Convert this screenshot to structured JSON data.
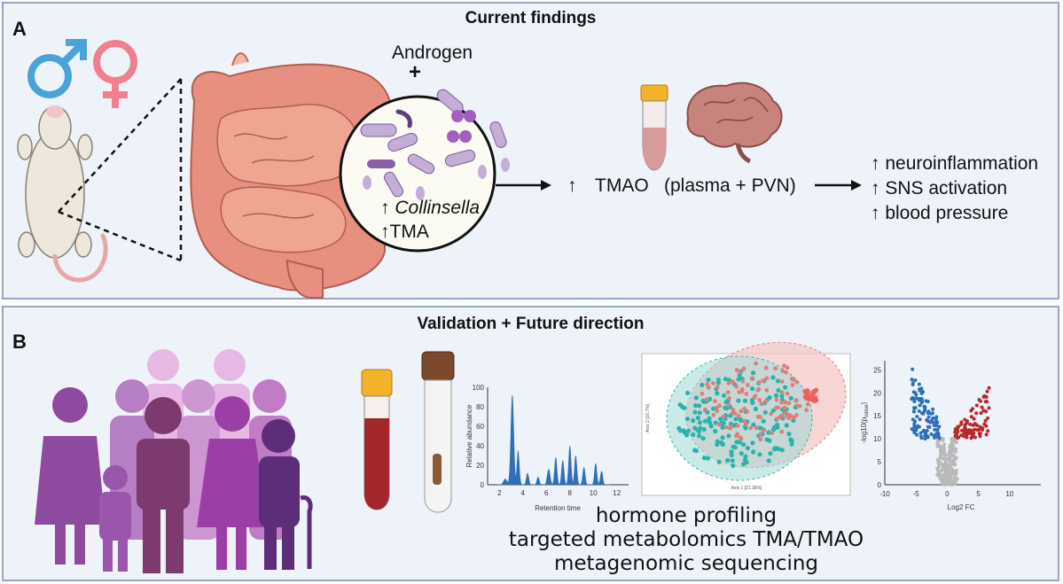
{
  "panel_a": {
    "letter": "A",
    "title": "Current findings",
    "androgen": "Androgen",
    "plus": "+",
    "bacteria_line1_arrow": "↑",
    "bacteria_line1_name": "Collinsella",
    "bacteria_line2": "↑TMA",
    "tmao_arrow": "↑",
    "tmao": "TMAO",
    "tmao_site": "(plasma + PVN)",
    "outcomes": [
      "↑ neuroinflammation",
      "↑ SNS activation",
      "↑ blood pressure"
    ],
    "colors": {
      "male": "#4aa3d8",
      "female": "#f07f8f",
      "intestine": "#e8907f",
      "arrow": "#111111"
    },
    "icons": [
      "male-symbol-icon",
      "female-symbol-icon",
      "rat-icon",
      "intestine-icon",
      "bacteria-circle-icon",
      "tube-icon",
      "brain-icon"
    ]
  },
  "panel_b": {
    "letter": "B",
    "title": "Validation + Future direction",
    "methods": [
      "hormone profiling",
      "targeted metabolomics TMA/TMAO",
      "metagenomic sequencing"
    ],
    "chromatogram": {
      "xlabel": "Retention time",
      "ylabel": "Relative abundance",
      "xticks": [
        "2",
        "4",
        "6",
        "8",
        "10",
        "12"
      ],
      "yticks": [
        "0",
        "20",
        "40",
        "60",
        "80",
        "100"
      ]
    },
    "pca": {
      "xlabel": "Axis 1 [21.36%]",
      "ylabel": "Axis 2 [16.7%]"
    },
    "volcano": {
      "xlabel": "Log2 FC",
      "ylabel": "-log10(p",
      "ylabel_sub": "value",
      "ylabel_end": ")",
      "xticks": [
        "-10",
        "-5",
        "0",
        "5",
        "10"
      ],
      "yticks": [
        "0",
        "5",
        "10",
        "15",
        "20",
        "25"
      ]
    },
    "colors": {
      "people": "#8e4a9e",
      "blood": "#a3272b",
      "teal": "#2ab3ae",
      "salmon": "#e07b76",
      "blue": "#2f6fb8",
      "red": "#b8282c"
    },
    "icons": [
      "people-group-icon",
      "blood-tube-icon",
      "stool-tube-icon"
    ]
  }
}
